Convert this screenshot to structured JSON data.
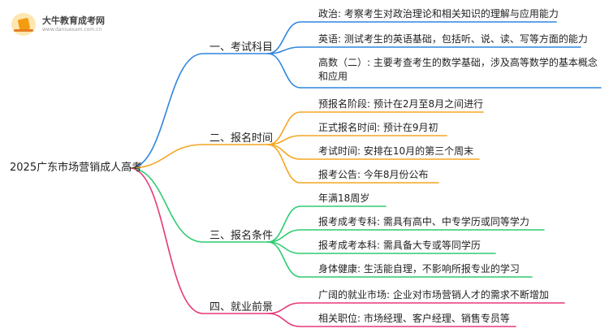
{
  "brand": {
    "name": "大牛教育成考网",
    "url": "www.daniuexam.com.cn"
  },
  "root": "2025广东市场营销成人高考",
  "branches": [
    {
      "label": "一、考试科目",
      "color": "#2e86de",
      "leaves": [
        "政治: 考察考生对政治理论和相关知识的理解与应用能力",
        "英语: 测试考生的英语基础，包括听、说、读、写等方面的能力",
        "高数（二）: 主要考查考生的数学基础，涉及高等数学的基本概念和应用"
      ]
    },
    {
      "label": "二、报名时间",
      "color": "#f5a623",
      "leaves": [
        "预报名阶段: 预计在2月至8月之间进行",
        "正式报名时间: 预计在9月初",
        "考试时间: 安排在10月的第三个周末",
        "报考公告: 今年8月份公布"
      ]
    },
    {
      "label": "三、报名条件",
      "color": "#2ecc71",
      "leaves": [
        "年满18周岁",
        "报考成考专科: 需具有高中、中专学历或同等学力",
        "报考成考本科: 需具备大专或等同学历",
        "身体健康: 生活能自理，不影响所报专业的学习"
      ]
    },
    {
      "label": "四、就业前景",
      "color": "#e6397a",
      "leaves": [
        "广阔的就业市场: 企业对市场营销人才的需求不断增加",
        "相关职位: 市场经理、客户经理、销售专员等"
      ]
    }
  ]
}
